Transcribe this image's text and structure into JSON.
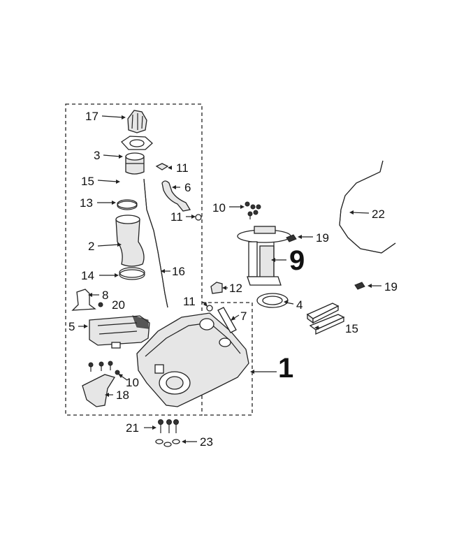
{
  "callouts": {
    "c17": "17",
    "c3": "3",
    "c11a": "11",
    "c15a": "15",
    "c6": "6",
    "c13": "13",
    "c11b": "11",
    "c2": "2",
    "c10a": "10",
    "c19a": "19",
    "c22": "22",
    "c9": "9",
    "c14": "14",
    "c16": "16",
    "c12": "12",
    "c19b": "19",
    "c8": "8",
    "c20": "20",
    "c11c": "11",
    "c7": "7",
    "c4": "4",
    "c5": "5",
    "c15b": "15",
    "c1": "1",
    "c10b": "10",
    "c18": "18",
    "c21": "21",
    "c23": "23"
  }
}
